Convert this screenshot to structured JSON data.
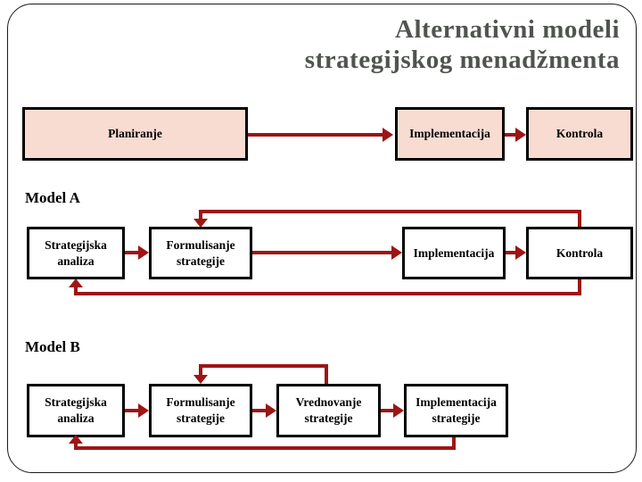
{
  "slide": {
    "title_line1": "Alternativni modeli",
    "title_line2": "strategijskog menadžmenta",
    "colors": {
      "title": "#50544f",
      "accent_red": "#9e1515",
      "box_fill_pink": "#f9dcd1",
      "box_border": "#000000"
    }
  },
  "top_row": {
    "planiranje": "Planiranje",
    "implementacija": "Implementacija",
    "kontrola": "Kontrola"
  },
  "model_a": {
    "label": "Model A",
    "box_strategijska": "Strategijska analiza",
    "box_formulisanje": "Formulisanje strategije",
    "box_implementacija": "Implementacija",
    "box_kontrola": "Kontrola"
  },
  "model_b": {
    "label": "Model B",
    "box_strategijska": "Strategijska analiza",
    "box_formulisanje": "Formulisanje strategije",
    "box_vrednovanje": "Vrednovanje strategije",
    "box_implementacija": "Implementacija strategije"
  }
}
